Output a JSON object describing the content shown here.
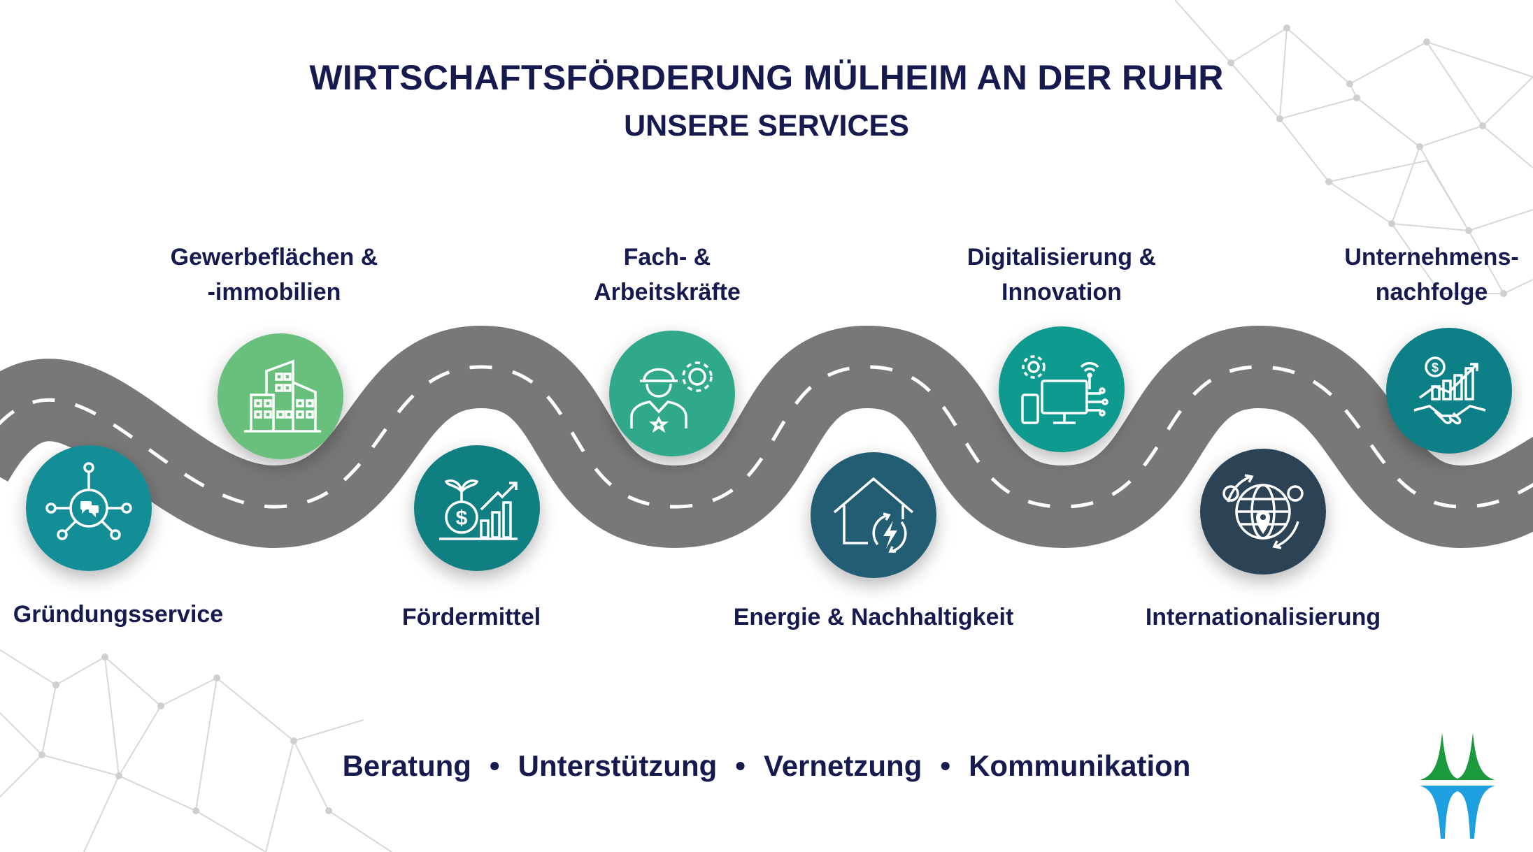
{
  "header": {
    "title": "WIRTSCHAFTSFÖRDERUNG MÜLHEIM AN DER RUHR",
    "subtitle": "UNSERE SERVICES"
  },
  "services": [
    {
      "label": "Gründungsservice",
      "icon": "network-chat-icon",
      "color": "#138d96"
    },
    {
      "label_1": "Gewerbeflächen &",
      "label_2": "-immobilien",
      "icon": "buildings-icon",
      "color": "#69c07c"
    },
    {
      "label": "Fördermittel",
      "icon": "money-growth-icon",
      "color": "#0f7f82"
    },
    {
      "label_1": "Fach- &",
      "label_2": "Arbeitskräfte",
      "icon": "worker-gear-icon",
      "color": "#2fa98a"
    },
    {
      "label": "Energie & Nachhaltigkeit",
      "icon": "house-energy-icon",
      "color": "#235d73"
    },
    {
      "label_1": "Digitalisierung &",
      "label_2": "Innovation",
      "icon": "devices-gear-wifi-icon",
      "color": "#0e9a8e"
    },
    {
      "label": "Internationalisierung",
      "icon": "globe-location-icon",
      "color": "#2c4356"
    },
    {
      "label_1": "Unternehmens-",
      "label_2": "nachfolge",
      "icon": "handshake-growth-icon",
      "color": "#0d7f86"
    }
  ],
  "footer": {
    "items": [
      "Beratung",
      "Unterstützung",
      "Vernetzung",
      "Kommunikation"
    ],
    "separator": "•"
  },
  "colors": {
    "text": "#161a4f",
    "road": "#777777",
    "road_marking": "#ffffff",
    "logo_green": "#1a9a3c",
    "logo_blue": "#1ea0e0"
  }
}
